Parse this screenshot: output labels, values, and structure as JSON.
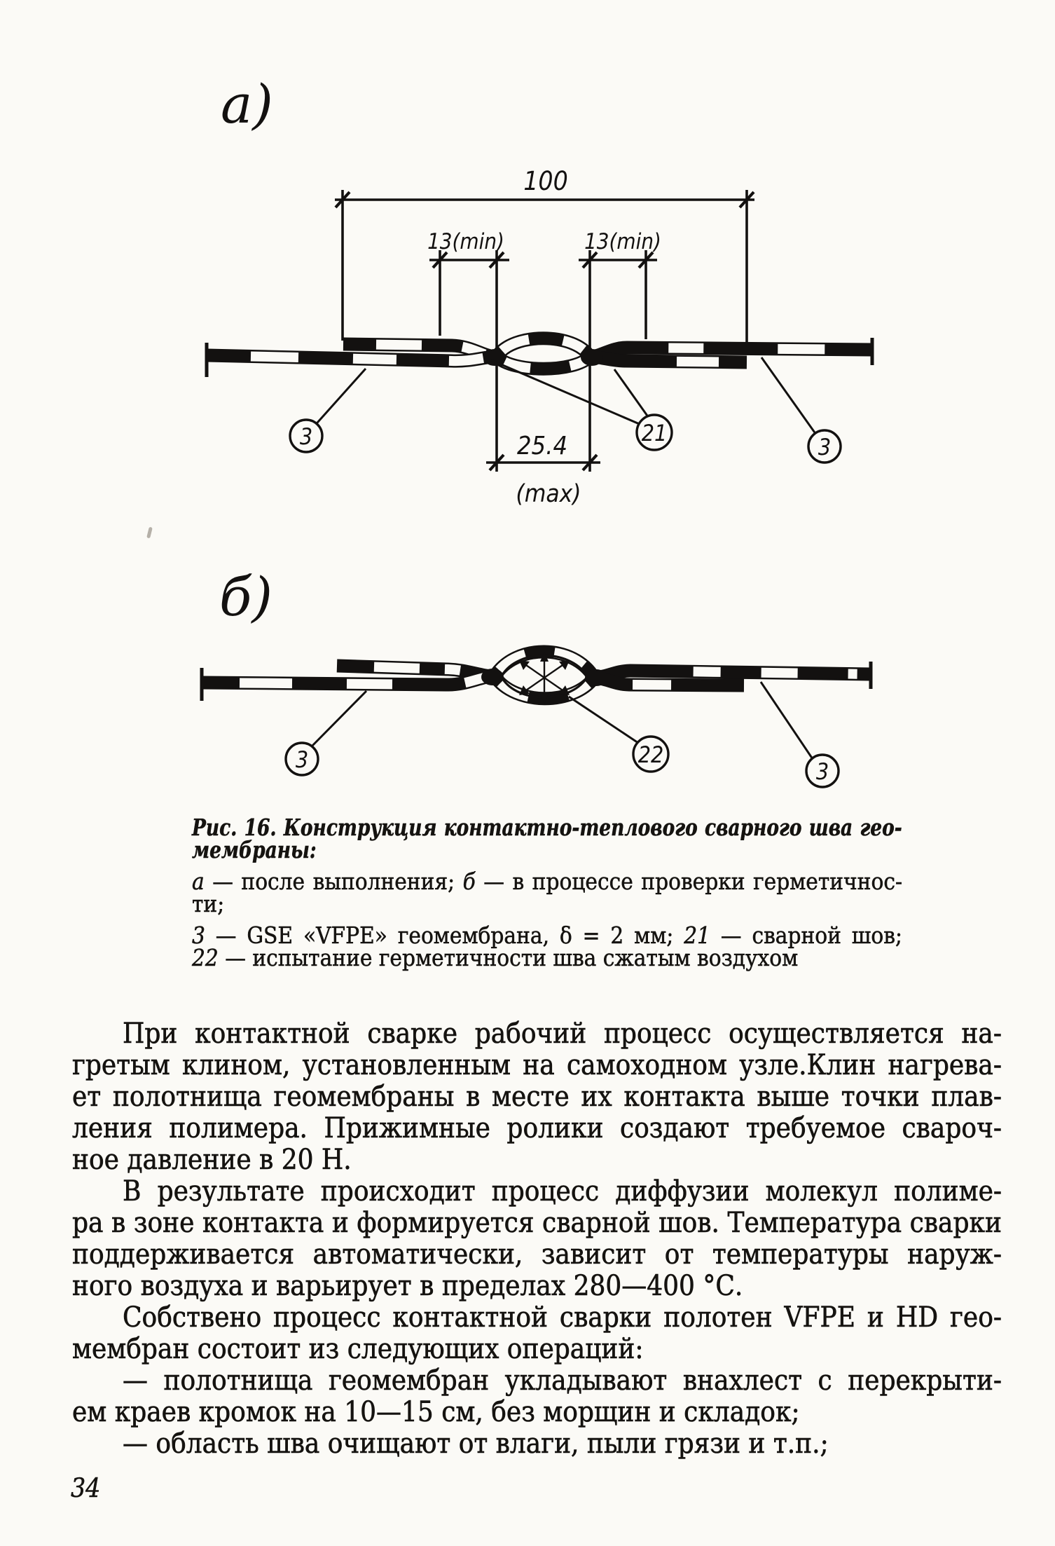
{
  "page": {
    "background": "#fbfaf6",
    "ink": "#141210",
    "page_number": "34"
  },
  "figure_a": {
    "label": "а)",
    "dimensions": {
      "overall_width": "100",
      "left_weld_min": "13(min)",
      "right_weld_min": "13(min)",
      "channel_max": "25.4",
      "channel_qualifier": "(max)"
    },
    "callouts": {
      "left_membrane": "3",
      "weld_seam": "21",
      "right_membrane": "3"
    }
  },
  "figure_b": {
    "label": "б)",
    "callouts": {
      "left_membrane": "3",
      "air_test": "22",
      "right_membrane": "3"
    }
  },
  "caption": {
    "lines": [
      {
        "parts": [
          {
            "t": "Рис. 16. Конструкция контактно-теплового сварного шва гео-",
            "s": "bi"
          }
        ]
      },
      {
        "parts": [
          {
            "t": "мембраны:",
            "s": "bi"
          }
        ]
      },
      {
        "parts": [
          {
            "t": "а",
            "s": "i"
          },
          {
            "t": " — после выполнения; ",
            "s": ""
          },
          {
            "t": "б",
            "s": "i"
          },
          {
            "t": " — в процессе проверки герметичнос-",
            "s": ""
          }
        ]
      },
      {
        "parts": [
          {
            "t": "ти;",
            "s": ""
          }
        ]
      },
      {
        "parts": [
          {
            "t": "3",
            "s": "i"
          },
          {
            "t": " — GSE «VFPE» геомембрана, δ = 2 мм; ",
            "s": ""
          },
          {
            "t": "21",
            "s": "i"
          },
          {
            "t": " — сварной шов;",
            "s": ""
          }
        ]
      },
      {
        "parts": [
          {
            "t": "22",
            "s": "i"
          },
          {
            "t": " — испытание герметичности шва сжатым воздухом",
            "s": ""
          }
        ]
      }
    ]
  },
  "body": {
    "lines": [
      "При контактной сварке рабочий процесс осуществляется на-",
      "гретым клином, установленным на самоходном узле.Клин нагрева-",
      "ет полотнища геомембраны в месте их контакта выше точки плав-",
      "ления полимера. Прижимные ролики создают требуемое свароч-",
      "ное давление в 20 Н.",
      "В результате происходит процесс диффузии молекул полиме-",
      "ра в зоне контакта и формируется сварной шов. Температура сварки",
      "поддерживается автоматически, зависит от температуры наруж-",
      "ного воздуха и варьирует в пределах 280—400 °С.",
      "Собствено процесс контактной сварки полотен VFPE и HD гео-",
      "мембран состоит из следующих операций:",
      "— полотнища геомембран укладывают внахлест с перекрыти-",
      "ем краев кромок на 10—15 см, без морщин и складок;",
      "— область шва очищают от влаги, пыли грязи и т.п.;"
    ]
  }
}
